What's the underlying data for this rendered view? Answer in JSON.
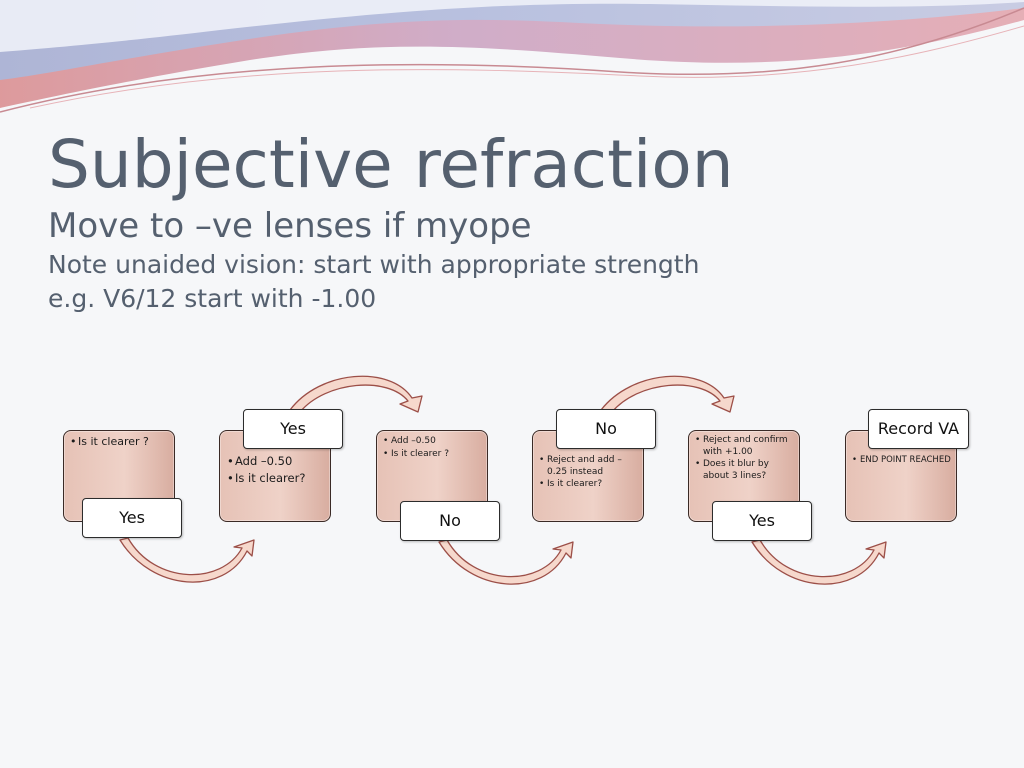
{
  "slide": {
    "title": "Subjective refraction",
    "subtitle": "Move to –ve lenses if myope",
    "note_line1": "Note unaided vision: start with appropriate strength",
    "note_line2": "e.g. V6/12 start with -1.00"
  },
  "flow": {
    "steps": [
      {
        "items": [
          "Is it clearer ?"
        ]
      },
      {
        "items": [
          "Add –0.50",
          "Is it clearer?"
        ]
      },
      {
        "items": [
          "Add –0.50",
          "Is it clearer ?"
        ]
      },
      {
        "items": [
          "Reject and add –0.25 instead",
          "Is it clearer?"
        ]
      },
      {
        "items": [
          "Reject and confirm with +1.00",
          "Does it blur by about 3 lines?"
        ]
      },
      {
        "items": [
          "END POINT REACHED"
        ]
      }
    ],
    "tags": [
      "Yes",
      "Yes",
      "No",
      "No",
      "Yes",
      "Record VA"
    ]
  },
  "colors": {
    "title": "#55606f",
    "step_fill": "#efd2c8",
    "arrow_fill": "#f6d8cc",
    "wave_pink": "#d6788a",
    "wave_blue": "#9fb0d8"
  }
}
